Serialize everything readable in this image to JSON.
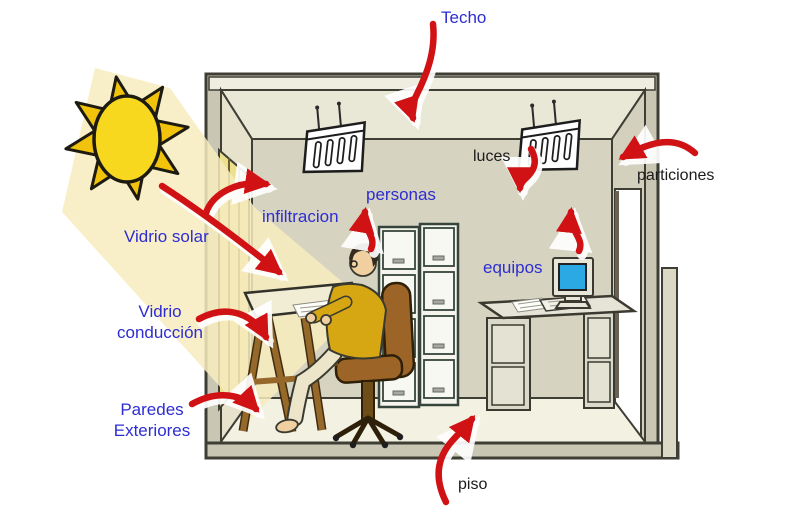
{
  "diagram": {
    "labels": {
      "techo": "Techo",
      "luces": "luces",
      "particiones": "particiones",
      "personas": "personas",
      "infiltracion": "infiltracion",
      "equipos": "equipos",
      "vidrio_solar": "Vidrio solar",
      "vidrio_conduccion": {
        "line1": "Vidrio",
        "line2": "conducción"
      },
      "paredes_exteriores": {
        "line1": "Paredes",
        "line2": "Exteriores"
      },
      "piso": "piso"
    },
    "colors": {
      "label_blue": "#2d2dd2",
      "label_dark": "#1b1b1b",
      "arrow_red": "#d01214",
      "sun_gold": "#f2c30d",
      "sun_core": "#f7d81f",
      "beam_yellow": "#f7ecbe",
      "wall_gray": "#d6d3c1",
      "ceiling_beige": "#e9e7d5",
      "frame_tan": "#cac6b4",
      "floor_cream": "#f3f1e2",
      "window_amber": "#ecdf8e",
      "screen_blue": "#2aa9e4",
      "chair_brown": "#9c6527",
      "sweater_mustard": "#d6a713",
      "cabinet_white": "#f5f5ee",
      "desk_gray": "#dbd9c9",
      "wood_brown": "#96682a"
    },
    "scene_objects": [
      "sun",
      "sun-beam",
      "room",
      "window",
      "ceiling-light-fixtures",
      "person-at-drafting-table",
      "office-chair",
      "file-cabinets",
      "computer-desk",
      "computer-monitor",
      "doorway-partition",
      "floor"
    ]
  }
}
